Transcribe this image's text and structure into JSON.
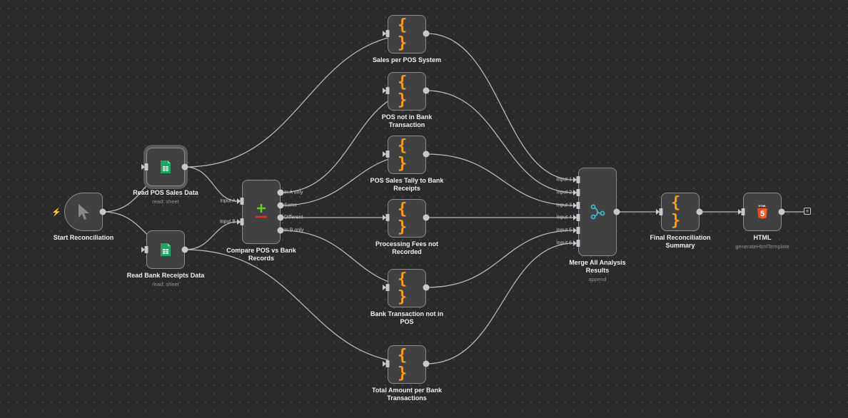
{
  "canvas": {
    "background": "#2a2a2a",
    "edge_color": "#b8b8b8",
    "accent_code": "#ff9b1a"
  },
  "nodes": {
    "start": {
      "title": "Start Reconciliation",
      "icon": "cursor-pointer-icon",
      "trigger_icon": "lightning-bolt-icon"
    },
    "read_pos": {
      "title": "Read POS Sales Data",
      "subtitle": "read: sheet",
      "icon": "google-sheets-icon"
    },
    "read_bank": {
      "title": "Read Bank Receipts Data",
      "subtitle": "read: sheet",
      "icon": "google-sheets-icon"
    },
    "compare": {
      "title": "Compare POS vs Bank Records",
      "icon": "plus-minus-icon",
      "inputs": [
        "Input A",
        "Input B"
      ],
      "outputs": [
        "In A only",
        "Same",
        "Different",
        "In B only"
      ]
    },
    "sales_per_pos": {
      "title": "Sales per POS System",
      "icon": "code-braces-icon"
    },
    "pos_not_in_bank": {
      "title": "POS not in Bank Transaction",
      "icon": "code-braces-icon"
    },
    "pos_tally": {
      "title": "POS Sales Tally to Bank Receipts",
      "icon": "code-braces-icon"
    },
    "processing_fees": {
      "title": "Processing Fees not Recorded",
      "icon": "code-braces-icon"
    },
    "bank_not_in_pos": {
      "title": "Bank Transaction not in POS",
      "icon": "code-braces-icon"
    },
    "total_per_bank": {
      "title": "Total Amount per Bank Transactions",
      "icon": "code-braces-icon"
    },
    "merge": {
      "title": "Merge All Analysis Results",
      "subtitle": "append",
      "icon": "merge-icon",
      "inputs": [
        "Input 1",
        "Input 2",
        "Input 3",
        "Input 4",
        "Input 5",
        "Input 6"
      ]
    },
    "final_summary": {
      "title": "Final Reconciliation Summary",
      "icon": "code-braces-icon"
    },
    "html": {
      "title": "HTML",
      "subtitle": "generateHtmlTemplate",
      "icon": "html5-icon",
      "icon_text": "HTML",
      "icon_digit": "5"
    }
  },
  "braces_glyph": "{ }",
  "plus_glyph": "+",
  "bolt_glyph": "⚡",
  "connections": [
    [
      "start",
      "read_pos"
    ],
    [
      "start",
      "read_bank"
    ],
    [
      "read_pos",
      "sales_per_pos"
    ],
    [
      "read_pos",
      "compare:Input A"
    ],
    [
      "read_bank",
      "compare:Input B"
    ],
    [
      "read_bank",
      "total_per_bank"
    ],
    [
      "compare:In A only",
      "pos_not_in_bank"
    ],
    [
      "compare:Same",
      "pos_tally"
    ],
    [
      "compare:Different",
      "processing_fees"
    ],
    [
      "compare:In B only",
      "bank_not_in_pos"
    ],
    [
      "sales_per_pos",
      "merge:Input 1"
    ],
    [
      "pos_not_in_bank",
      "merge:Input 2"
    ],
    [
      "pos_tally",
      "merge:Input 3"
    ],
    [
      "processing_fees",
      "merge:Input 4"
    ],
    [
      "bank_not_in_pos",
      "merge:Input 5"
    ],
    [
      "total_per_bank",
      "merge:Input 6"
    ],
    [
      "merge",
      "final_summary"
    ],
    [
      "final_summary",
      "html"
    ]
  ]
}
